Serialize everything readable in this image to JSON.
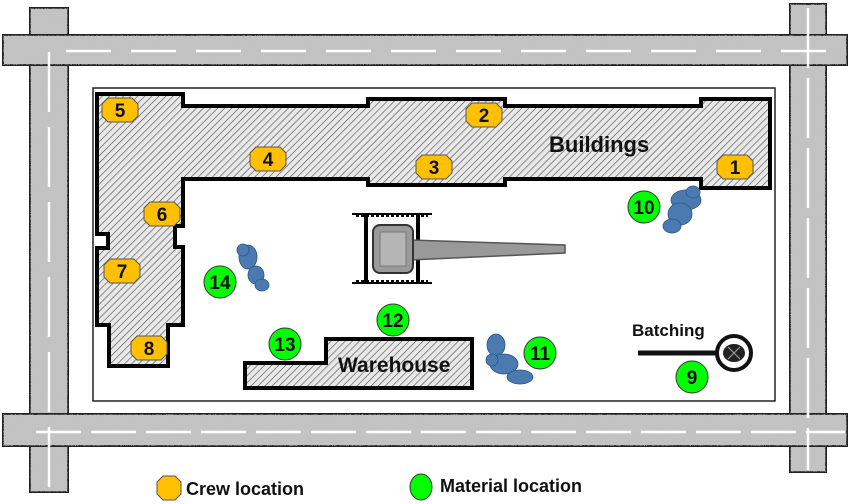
{
  "areas": {
    "buildings": "Buildings",
    "warehouse": "Warehouse",
    "batching": "Batching"
  },
  "crew_locations": [
    "1",
    "2",
    "3",
    "4",
    "5",
    "6",
    "7",
    "8"
  ],
  "material_locations": [
    "9",
    "10",
    "11",
    "12",
    "13",
    "14"
  ],
  "legend": {
    "crew": "Crew location",
    "material": "Material location"
  },
  "colors": {
    "crew": "#FFC000",
    "material": "#00FF00",
    "road": "#b5b5b5",
    "material_pile": "#4a7ab0"
  },
  "icons": {
    "crew": "octagon-icon",
    "material": "circle-icon",
    "crane": "tower-crane-icon",
    "pile": "material-pile-icon",
    "batching": "batching-plant-icon"
  }
}
